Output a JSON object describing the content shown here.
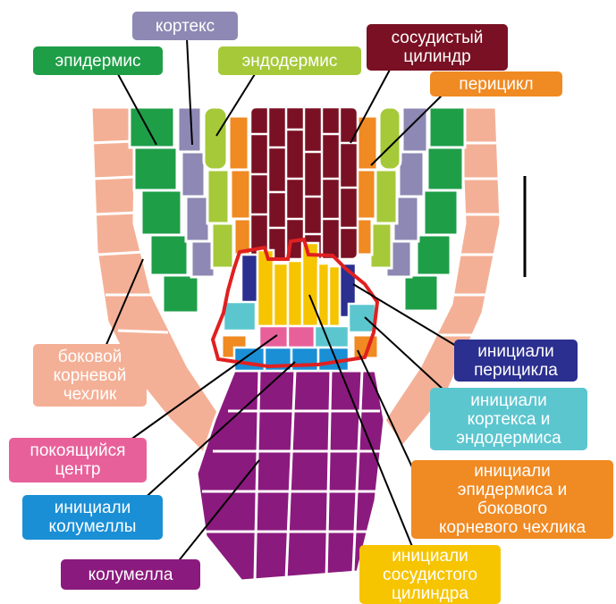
{
  "labels": {
    "cortex": "кортекс",
    "epidermis": "эпидермис",
    "endodermis": "эндодермис",
    "vascular": "сосудистый\nцилиндр",
    "pericycle": "перицикл",
    "lateral_cap": "боковой\nкорневой\nчехлик",
    "pericycle_initials": "инициали\nперицикла",
    "cortex_endo_initials": "инициали\nкортекса и\nэндодермиса",
    "epi_cap_initials": "инициали\nэпидермиса и\nбокового\nкорневого чехлика",
    "quiescent_center": "покоящийся\nцентр",
    "columella_initials": "инициали\nколумеллы",
    "columella": "колумелла",
    "vascular_initials": "инициали\nсосудистого\nцилиндра"
  },
  "colors": {
    "cortex": "#8e88b4",
    "epidermis": "#1f9e48",
    "endodermis": "#a6c93a",
    "vascular": "#7a1023",
    "pericycle": "#f08a22",
    "lateral_cap": "#f4b096",
    "pericycle_initials": "#2b2f8f",
    "cortex_endo_initials": "#5cc6cf",
    "epi_cap_initials": "#f08a22",
    "quiescent_center": "#e8609a",
    "columella_initials": "#1a8fd6",
    "columella": "#8b1a7e",
    "vascular_initials": "#f7c400",
    "niche_outline": "#e02020"
  }
}
